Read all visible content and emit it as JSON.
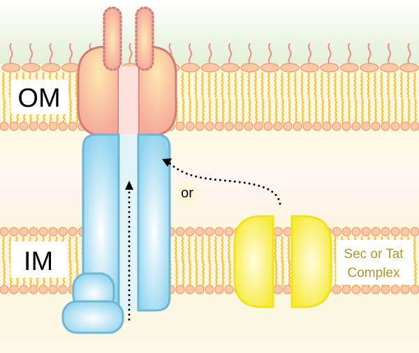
{
  "labels": {
    "outer_membrane": "OM",
    "inner_membrane": "IM",
    "or_text": "or",
    "sec_tat_line1": "Sec or Tat",
    "sec_tat_line2": "Complex"
  },
  "colors": {
    "om_protein": "#f5a99a",
    "om_protein_stroke": "#d27c74",
    "im_protein": "#8fd3f0",
    "im_protein_stroke": "#6fb6d0",
    "sec_tat": "#f7ea3a",
    "sec_tat_stroke": "#f2e21a",
    "lipid_head": "#fbc9a8",
    "lipid_head_stroke": "#f0a070",
    "lipid_tail": "#f5c24a",
    "lps_tail": "#f08a8a",
    "label_sec_tat": "#b8922a"
  }
}
